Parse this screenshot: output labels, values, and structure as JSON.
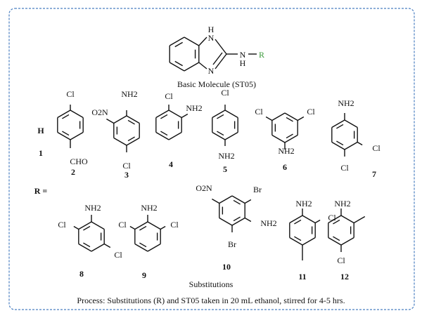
{
  "colors": {
    "border": "#4a7fc1",
    "r_group": "#3a9a3a",
    "bond": "#111111"
  },
  "basic": {
    "h_top": "H",
    "n_top": "N",
    "n_bottom": "N",
    "nh_n": "N",
    "nh_h": "H",
    "r": "R",
    "caption": "Basic Molecule (ST05)"
  },
  "r_label": "R =",
  "subs": [
    {
      "id": "1",
      "text": "H"
    },
    {
      "id": "2",
      "labels": [
        "Cl",
        "CHO"
      ]
    },
    {
      "id": "3",
      "labels": [
        "NH2",
        "O2N",
        "Cl"
      ]
    },
    {
      "id": "4",
      "labels": [
        "Cl",
        "NH2"
      ]
    },
    {
      "id": "5",
      "labels": [
        "Cl",
        "NH2"
      ]
    },
    {
      "id": "6",
      "labels": [
        "Cl",
        "Cl",
        "NH2"
      ]
    },
    {
      "id": "7",
      "labels": [
        "NH2",
        "Cl",
        "Cl"
      ]
    },
    {
      "id": "8",
      "labels": [
        "NH2",
        "Cl",
        "Cl"
      ]
    },
    {
      "id": "9",
      "labels": [
        "NH2",
        "Cl",
        "Cl"
      ]
    },
    {
      "id": "10",
      "labels": [
        "O2N",
        "Br",
        "NH2",
        "Br"
      ]
    },
    {
      "id": "11",
      "labels": [
        "NH2",
        "Cl"
      ]
    },
    {
      "id": "12",
      "labels": [
        "NH2",
        "Cl"
      ]
    }
  ],
  "caption": "Substitutions",
  "process": "Process: Substitutions (R) and ST05 taken in 20 mL ethanol, stirred for 4-5 hrs."
}
